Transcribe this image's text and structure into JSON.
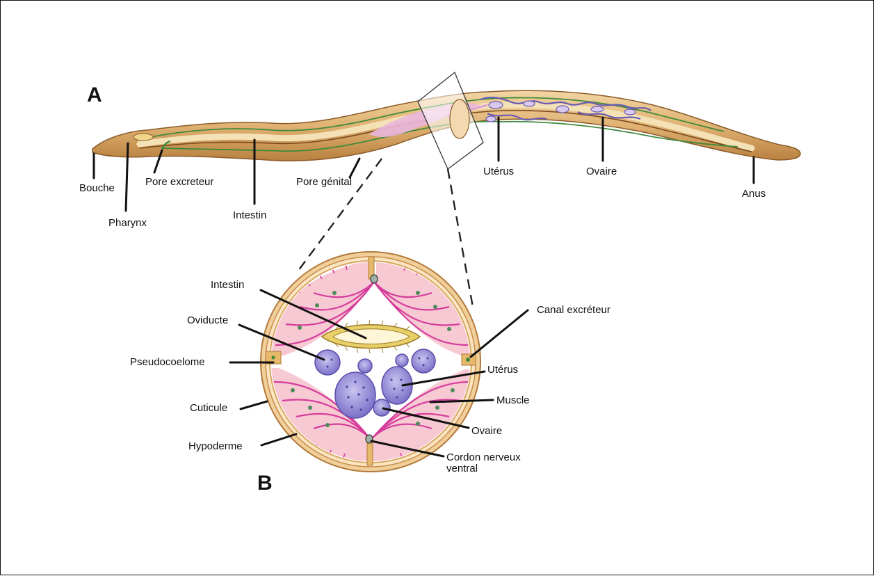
{
  "panels": {
    "a": "A",
    "b": "B"
  },
  "worm_labels": {
    "bouche": "Bouche",
    "pharynx": "Pharynx",
    "pore_excreteur": "Pore excreteur",
    "intestin": "Intestin",
    "pore_genital": "Pore génital",
    "uterus": "Utérus",
    "ovaire": "Ovaire",
    "anus": "Anus"
  },
  "section_labels": {
    "intestin": "Intestin",
    "oviducte": "Oviducte",
    "pseudocoelome": "Pseudocoelome",
    "cuticule": "Cuticule",
    "hypoderme": "Hypoderme",
    "canal_excreteur": "Canal excréteur",
    "uterus": "Utérus",
    "muscle": "Muscle",
    "ovaire": "Ovaire",
    "cordon_line1": "Cordon nerveux",
    "cordon_line2": "ventral"
  },
  "colors": {
    "body": "#e3bb7d",
    "body_dark": "#b37a3c",
    "gut": "#f2dcae",
    "nerve_green": "#3f8a3a",
    "muscle_pink": "#d63c9b",
    "muscle_light": "#f5c6cf",
    "ovary_purple": "#7b70c8"
  }
}
